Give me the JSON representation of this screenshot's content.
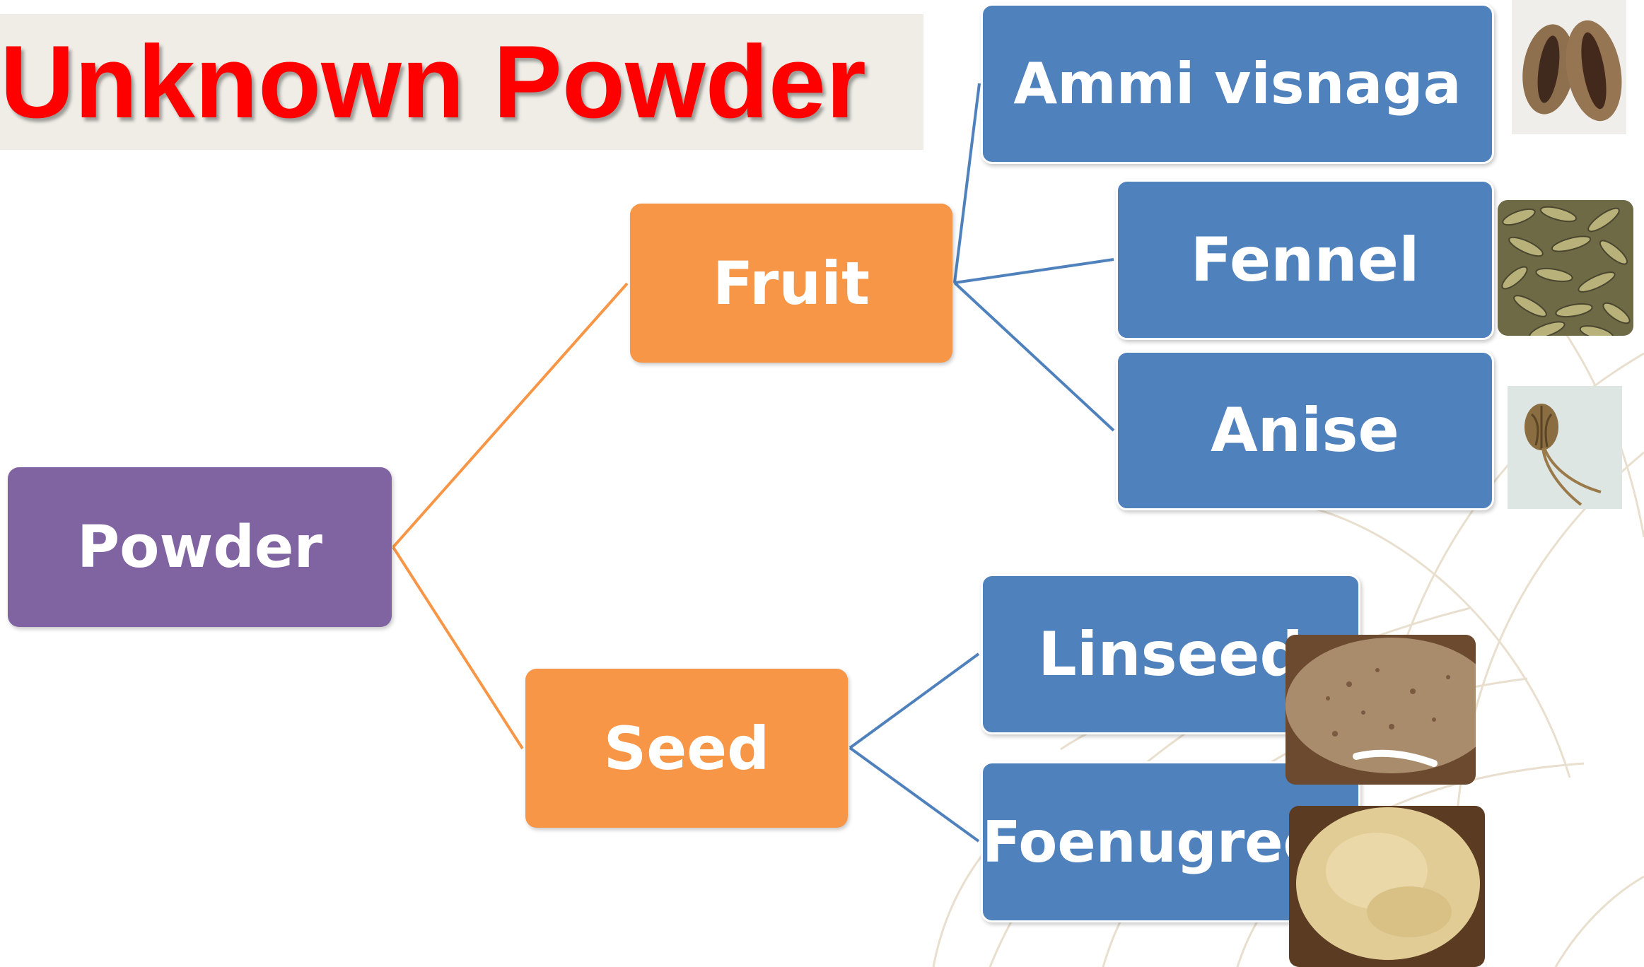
{
  "title": "Unknown Powder",
  "colors": {
    "title": "#ff0000",
    "root": "#8064a2",
    "category": "#f79646",
    "leaf": "#4f81bd",
    "link_root": "#f79646",
    "link_leaf": "#4f81bd"
  },
  "diagram": {
    "root": {
      "label": "Powder"
    },
    "branches": [
      {
        "label": "Fruit",
        "children": [
          {
            "label": "Ammi visnaga",
            "photo": "ammi-visnaga-fruit-photo"
          },
          {
            "label": "Fennel",
            "photo": "fennel-fruits-photo"
          },
          {
            "label": "Anise",
            "photo": "anise-fruit-photo"
          }
        ]
      },
      {
        "label": "Seed",
        "children": [
          {
            "label": "Linseed",
            "photo": "linseed-powder-photo"
          },
          {
            "label": "Foenugreek",
            "photo": "fenugreek-powder-photo"
          }
        ]
      }
    ]
  }
}
